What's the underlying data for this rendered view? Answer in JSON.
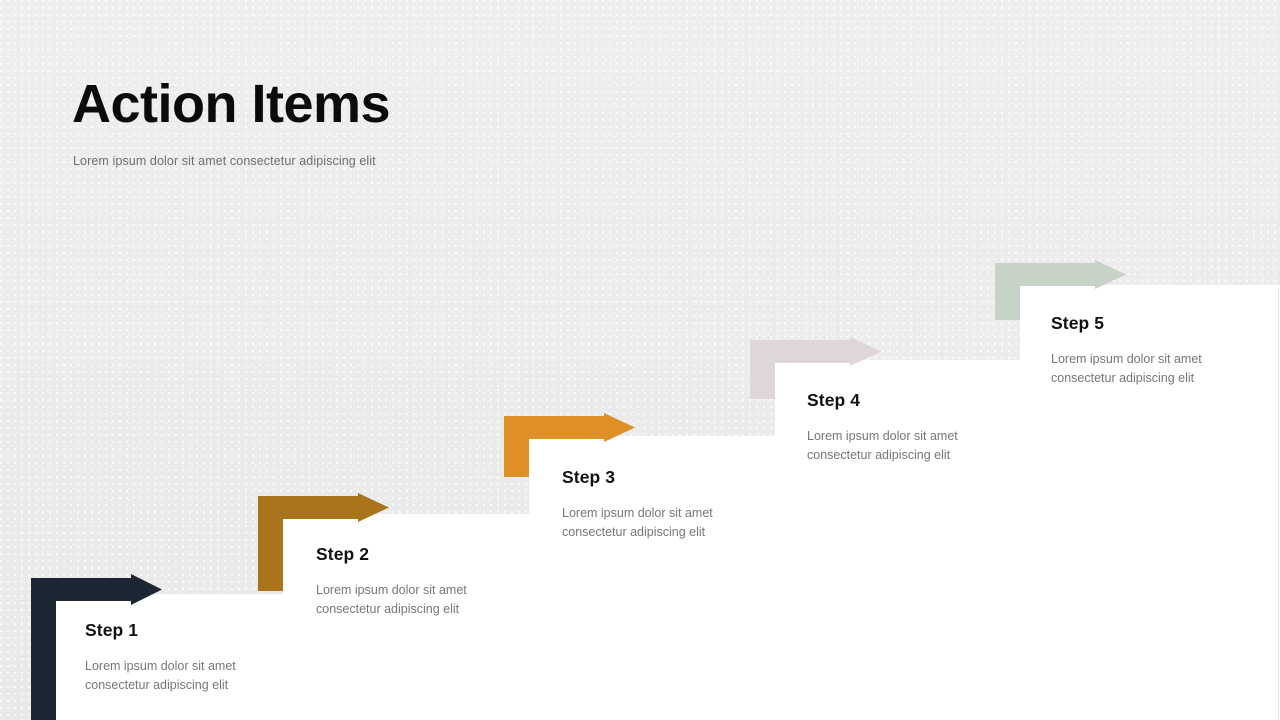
{
  "header": {
    "title": "Action Items",
    "subtitle": "Lorem ipsum dolor sit amet consectetur adipiscing elit"
  },
  "colors": {
    "background": "#ececec",
    "panel": "#ffffff",
    "title": "#0b0b0b",
    "body_text": "#777777",
    "step_1": "#1d2633",
    "step_2": "#a9741a",
    "step_3": "#de9026",
    "step_4": "#dfd6d8",
    "step_5": "#c6d3c6"
  },
  "steps": [
    {
      "title": "Step 1",
      "description": "Lorem ipsum dolor sit amet consectetur adipiscing elit",
      "color": "#1d2633"
    },
    {
      "title": "Step 2",
      "description": "Lorem ipsum dolor sit amet consectetur adipiscing elit",
      "color": "#a9741a"
    },
    {
      "title": "Step 3",
      "description": "Lorem ipsum dolor sit amet consectetur adipiscing elit",
      "color": "#de9026"
    },
    {
      "title": "Step 4",
      "description": "Lorem ipsum dolor sit amet consectetur adipiscing elit",
      "color": "#dfd6d8"
    },
    {
      "title": "Step 5",
      "description": "Lorem ipsum dolor sit amet consectetur adipiscing elit",
      "color": "#c6d3c6"
    }
  ]
}
